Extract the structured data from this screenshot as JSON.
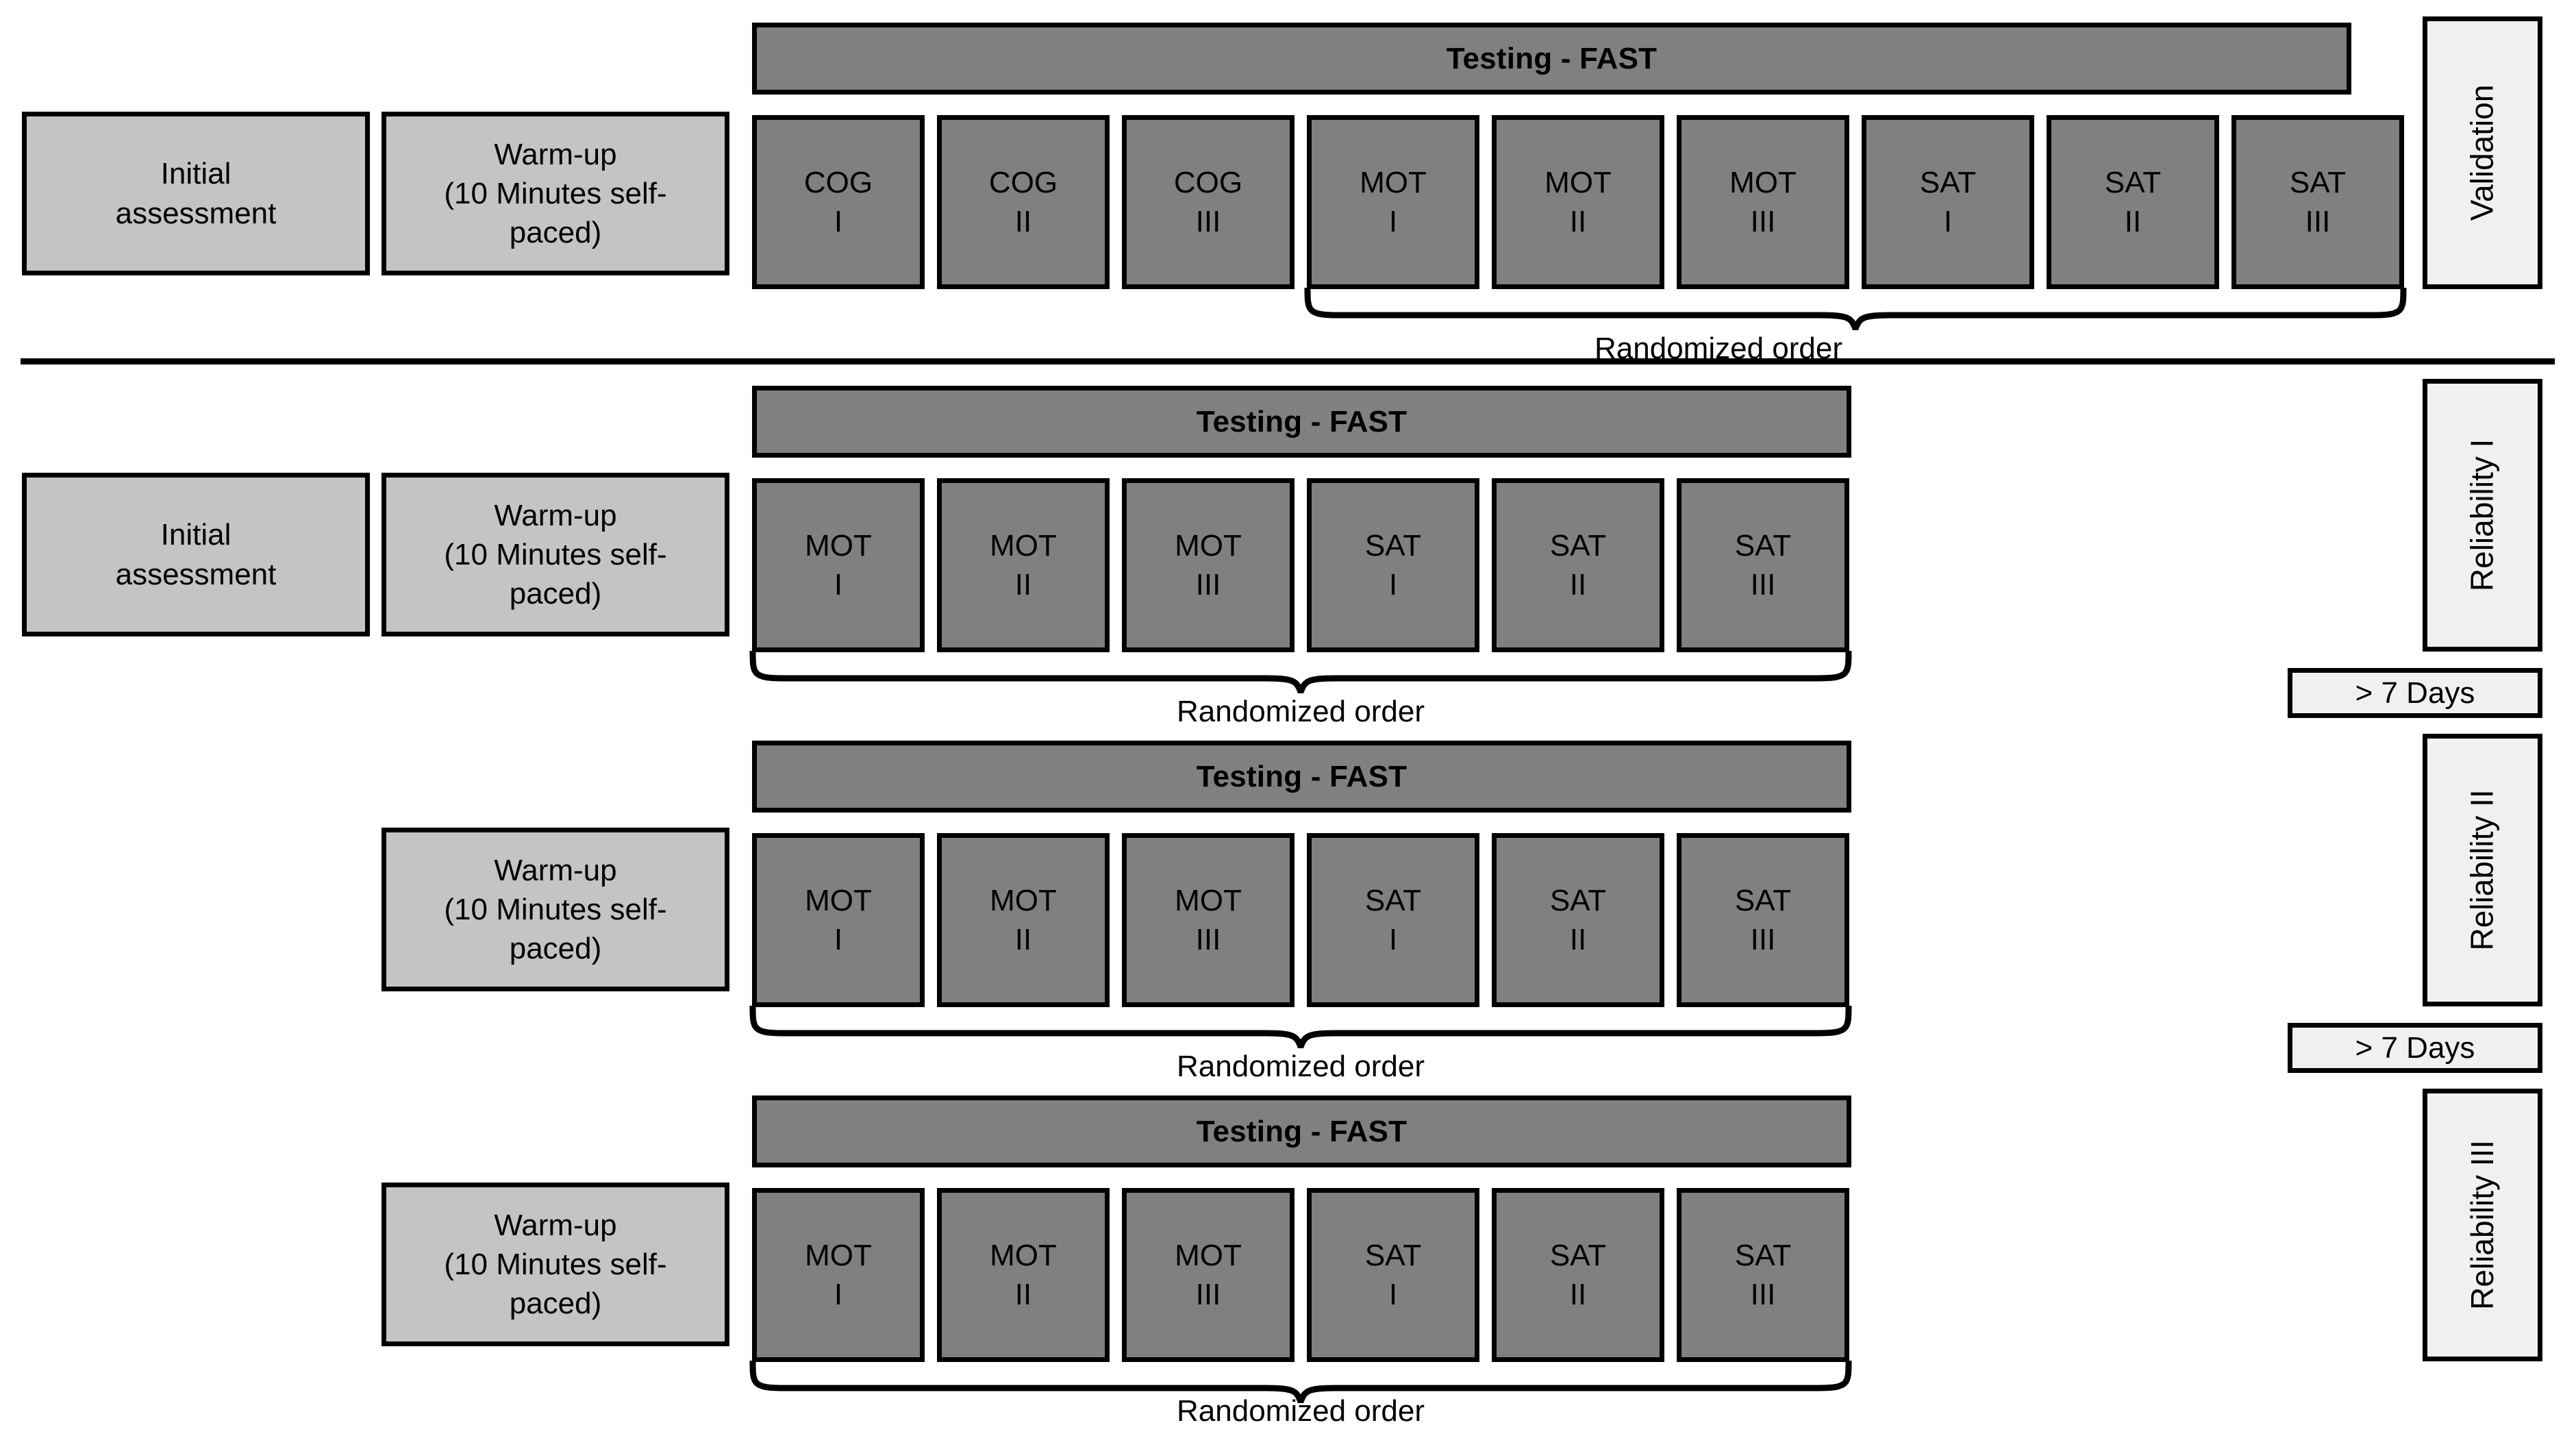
{
  "diagram": {
    "title_bar_label": "Testing - FAST",
    "randomized_label": "Randomized order",
    "initial_assessment_label": "Initial\nassessment",
    "warmup_label": "Warm-up\n(10 Minutes self-\npaced)",
    "interval_label": "> 7 Days",
    "colors": {
      "light_box": "#c4c4c4",
      "dark_box": "#808080",
      "pale_box": "#f0f0f0",
      "outline": "#000000",
      "background": "#ffffff"
    }
  },
  "sessions": [
    {
      "name": "Validation",
      "phase_label": "Validation",
      "has_initial_assessment": true,
      "has_warmup": true,
      "test_bar_label": "Testing - FAST",
      "blocks": [
        {
          "task": "COG",
          "number": "I"
        },
        {
          "task": "COG",
          "number": "II"
        },
        {
          "task": "COG",
          "number": "III"
        },
        {
          "task": "MOT",
          "number": "I"
        },
        {
          "task": "MOT",
          "number": "II"
        },
        {
          "task": "MOT",
          "number": "III"
        },
        {
          "task": "SAT",
          "number": "I"
        },
        {
          "task": "SAT",
          "number": "II"
        },
        {
          "task": "SAT",
          "number": "III"
        }
      ],
      "randomized_from_index": 3,
      "randomized_label": "Randomized order"
    },
    {
      "name": "Reliability I",
      "phase_label": "Reliability I",
      "has_initial_assessment": true,
      "has_warmup": true,
      "test_bar_label": "Testing - FAST",
      "blocks": [
        {
          "task": "MOT",
          "number": "I"
        },
        {
          "task": "MOT",
          "number": "II"
        },
        {
          "task": "MOT",
          "number": "III"
        },
        {
          "task": "SAT",
          "number": "I"
        },
        {
          "task": "SAT",
          "number": "II"
        },
        {
          "task": "SAT",
          "number": "III"
        }
      ],
      "randomized_from_index": 0,
      "randomized_label": "Randomized order"
    },
    {
      "name": "Reliability II",
      "phase_label": "Reliability II",
      "has_initial_assessment": false,
      "has_warmup": true,
      "test_bar_label": "Testing - FAST",
      "blocks": [
        {
          "task": "MOT",
          "number": "I"
        },
        {
          "task": "MOT",
          "number": "II"
        },
        {
          "task": "MOT",
          "number": "III"
        },
        {
          "task": "SAT",
          "number": "I"
        },
        {
          "task": "SAT",
          "number": "II"
        },
        {
          "task": "SAT",
          "number": "III"
        }
      ],
      "randomized_from_index": 0,
      "randomized_label": "Randomized order"
    },
    {
      "name": "Reliability III",
      "phase_label": "Reliability III",
      "has_initial_assessment": false,
      "has_warmup": true,
      "test_bar_label": "Testing - FAST",
      "blocks": [
        {
          "task": "MOT",
          "number": "I"
        },
        {
          "task": "MOT",
          "number": "II"
        },
        {
          "task": "MOT",
          "number": "III"
        },
        {
          "task": "SAT",
          "number": "I"
        },
        {
          "task": "SAT",
          "number": "II"
        },
        {
          "task": "SAT",
          "number": "III"
        }
      ],
      "randomized_from_index": 0,
      "randomized_label": "Randomized order"
    }
  ],
  "intervals": [
    {
      "label": "> 7 Days",
      "after": "Reliability I"
    },
    {
      "label": "> 7 Days",
      "after": "Reliability II"
    }
  ],
  "row1": {
    "initial_assessment": "Initial\nassessment",
    "warmup": "Warm-up\n(10 Minutes self-\npaced)",
    "bar": "Testing - FAST",
    "b0": "COG\nI",
    "b1": "COG\nII",
    "b2": "COG\nIII",
    "b3": "MOT\nI",
    "b4": "MOT\nII",
    "b5": "MOT\nIII",
    "b6": "SAT\nI",
    "b7": "SAT\nII",
    "b8": "SAT\nIII",
    "randomized": "Randomized order",
    "phase": "Validation"
  },
  "row2": {
    "initial_assessment": "Initial\nassessment",
    "warmup": "Warm-up\n(10 Minutes self-\npaced)",
    "bar": "Testing - FAST",
    "b0": "MOT\nI",
    "b1": "MOT\nII",
    "b2": "MOT\nIII",
    "b3": "SAT\nI",
    "b4": "SAT\nII",
    "b5": "SAT\nIII",
    "randomized": "Randomized order",
    "phase": "Reliability I"
  },
  "row3": {
    "warmup": "Warm-up\n(10 Minutes self-\npaced)",
    "bar": "Testing - FAST",
    "b0": "MOT\nI",
    "b1": "MOT\nII",
    "b2": "MOT\nIII",
    "b3": "SAT\nI",
    "b4": "SAT\nII",
    "b5": "SAT\nIII",
    "randomized": "Randomized order",
    "phase": "Reliability II"
  },
  "row4": {
    "warmup": "Warm-up\n(10 Minutes self-\npaced)",
    "bar": "Testing - FAST",
    "b0": "MOT\nI",
    "b1": "MOT\nII",
    "b2": "MOT\nIII",
    "b3": "SAT\nI",
    "b4": "SAT\nII",
    "b5": "SAT\nIII",
    "randomized": "Randomized order",
    "phase": "Reliability III"
  },
  "gap1": {
    "label": "> 7 Days"
  },
  "gap2": {
    "label": "> 7 Days"
  }
}
